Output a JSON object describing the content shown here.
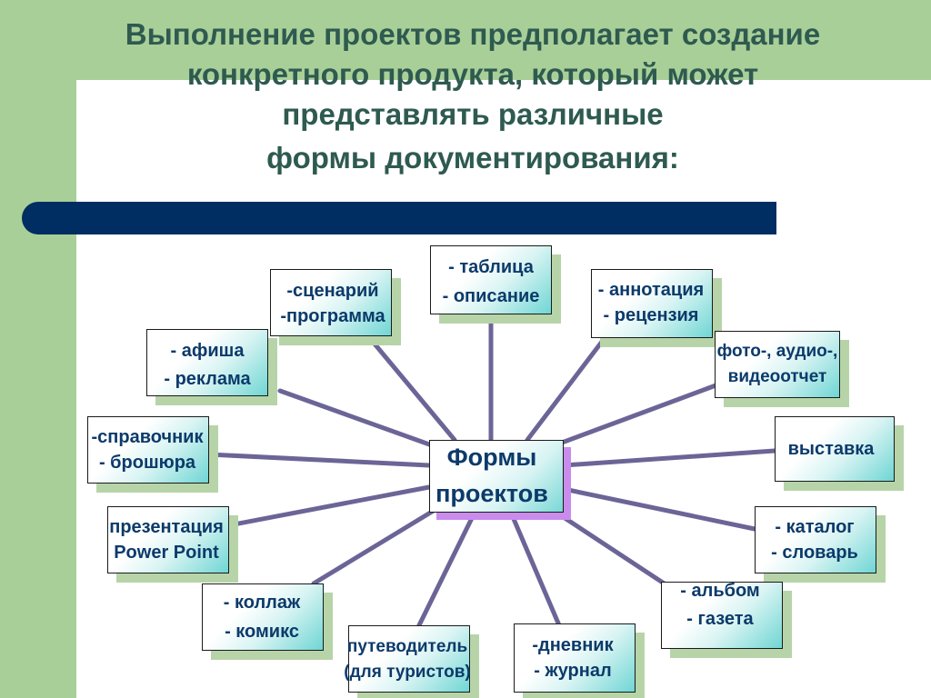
{
  "title": {
    "line1": "Выполнение проектов предполагает создание",
    "line2": "конкретного продукта, который может",
    "line3": "представлять различные",
    "line4": "формы документирования:"
  },
  "center": {
    "line1": "Формы",
    "line2": "проектов"
  },
  "nodes": [
    {
      "id": "table",
      "line1": "- таблица",
      "line2": "- описание"
    },
    {
      "id": "annotation",
      "line1": "- аннотация",
      "line2": "- рецензия"
    },
    {
      "id": "media-report",
      "line1": "фото-, аудио-,",
      "line2": "видеоотчет"
    },
    {
      "id": "exhibition",
      "line1": "выставка"
    },
    {
      "id": "catalog",
      "line1": "- каталог",
      "line2": "- словарь"
    },
    {
      "id": "album",
      "line1": "- альбом",
      "line2": "- газета"
    },
    {
      "id": "diary",
      "line1": "-дневник",
      "line2": "- журнал"
    },
    {
      "id": "guide",
      "line1": "путеводитель",
      "line2": "(для туристов)"
    },
    {
      "id": "collage",
      "line1": "- коллаж",
      "line2": "- комикс"
    },
    {
      "id": "presentation",
      "line1": "презентация",
      "line2": "Power Point"
    },
    {
      "id": "handbook",
      "line1": "-справочник",
      "line2": "- брошюра"
    },
    {
      "id": "poster",
      "line1": "- афиша",
      "line2": "- реклама"
    },
    {
      "id": "script",
      "line1": "-сценарий",
      "line2": "-программа"
    }
  ],
  "colors": {
    "accent_green": "#a9cf98",
    "bar_navy": "#002d62",
    "title_text": "#2e5a50",
    "label_text": "#0c3a6a",
    "connector": "#6b6597",
    "center_shadow": "#c98cec"
  }
}
